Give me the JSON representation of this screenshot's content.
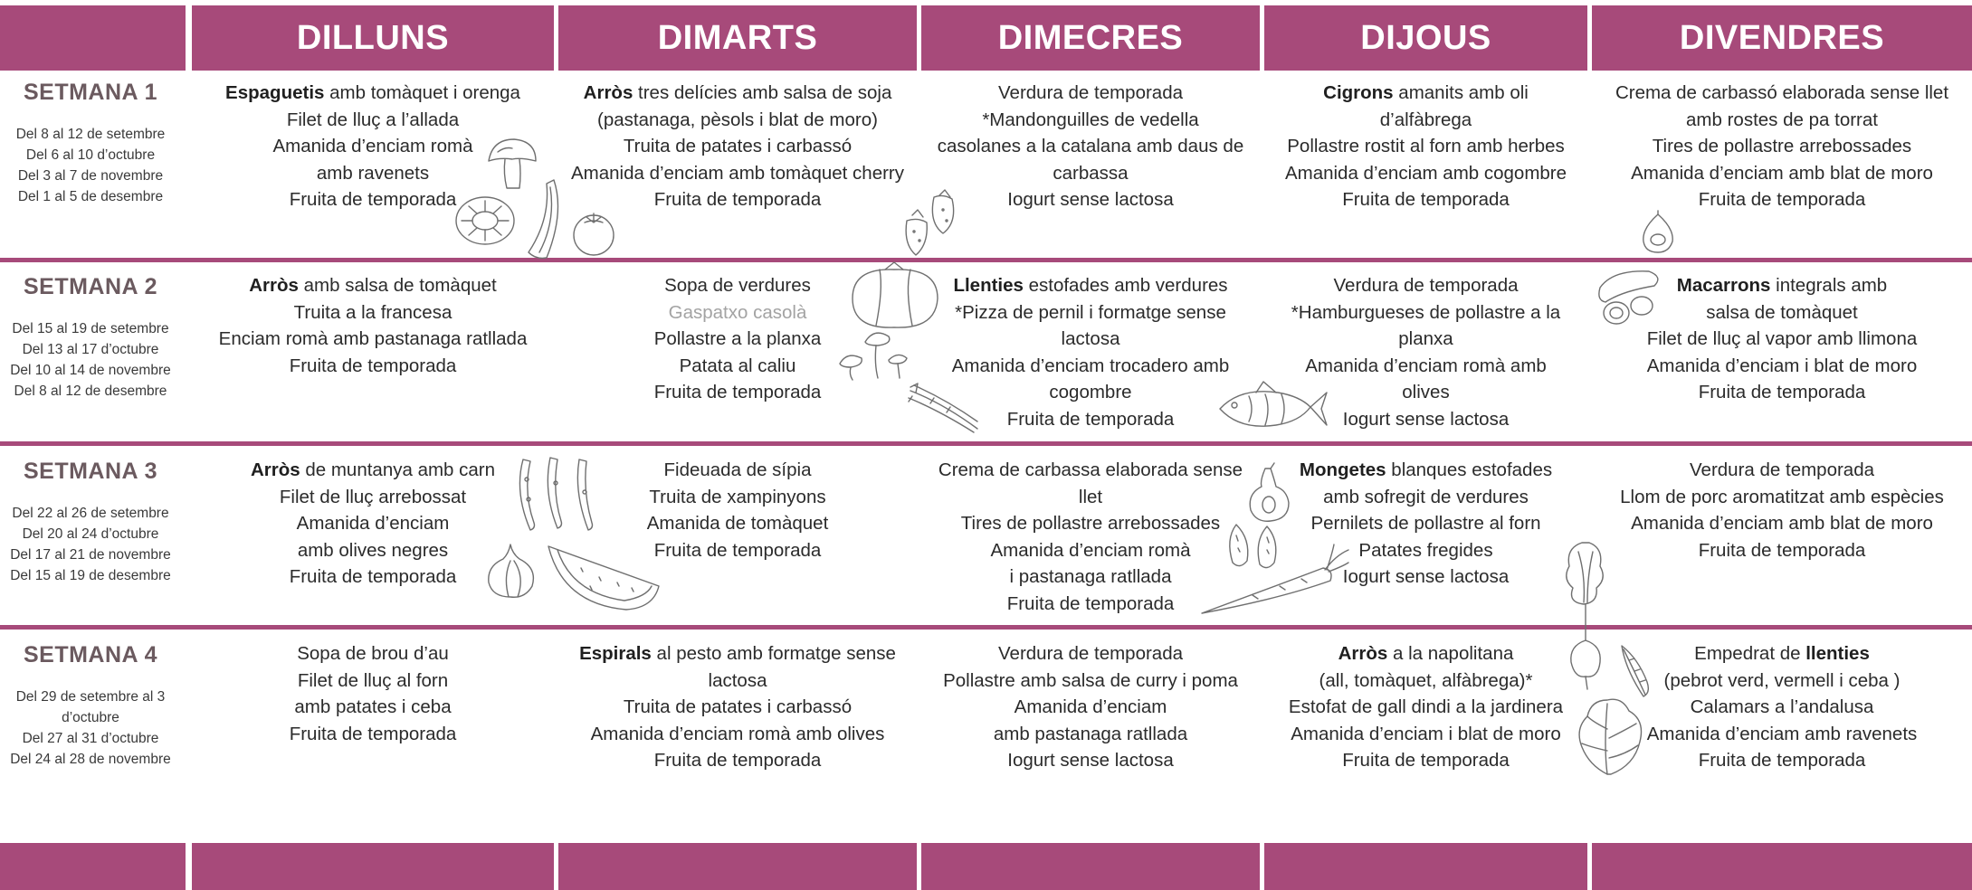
{
  "days": [
    "DILLUNS",
    "DIMARTS",
    "DIMECRES",
    "DIJOUS",
    "DIVENDRES"
  ],
  "weeks": [
    {
      "title": "SETMANA 1",
      "dates": [
        "Del 8 al 12 de setembre",
        "Del 6 al 10 d’octubre",
        "Del 3 al 7 de novembre",
        "Del 1 al 5 de desembre"
      ],
      "menus": [
        [
          {
            "bold": "Espaguetis",
            "rest": " amb tomàquet i orenga"
          },
          {
            "rest": "Filet de lluç a l’allada"
          },
          {
            "rest": "Amanida d’enciam romà"
          },
          {
            "rest": "amb ravenets"
          },
          {
            "rest": "Fruita de temporada"
          }
        ],
        [
          {
            "bold": "Arròs",
            "rest": " tres delícies amb salsa de soja"
          },
          {
            "rest": "(pastanaga, pèsols i blat de moro)"
          },
          {
            "rest": "Truita de patates i carbassó"
          },
          {
            "rest": "Amanida d’enciam amb tomàquet cherry"
          },
          {
            "rest": "Fruita de temporada"
          }
        ],
        [
          {
            "rest": "Verdura de temporada"
          },
          {
            "rest": "*Mandonguilles de vedella"
          },
          {
            "rest": "casolanes a la catalana amb daus de"
          },
          {
            "rest": "carbassa"
          },
          {
            "rest": "Iogurt sense lactosa"
          }
        ],
        [
          {
            "bold": "Cigrons",
            "rest": " amanits amb oli"
          },
          {
            "rest": "d’alfàbrega"
          },
          {
            "rest": "Pollastre rostit al forn amb herbes"
          },
          {
            "rest": "Amanida d’enciam amb cogombre"
          },
          {
            "rest": "Fruita de temporada"
          }
        ],
        [
          {
            "rest": "Crema de carbassó elaborada sense llet"
          },
          {
            "rest": "amb rostes de pa torrat"
          },
          {
            "rest": "Tires de pollastre arrebossades"
          },
          {
            "rest": "Amanida d’enciam amb blat de moro"
          },
          {
            "rest": "Fruita de temporada"
          }
        ]
      ]
    },
    {
      "title": "SETMANA  2",
      "dates": [
        "Del 15 al 19 de setembre",
        "Del 13 al 17 d’octubre",
        "Del 10 al 14 de novembre",
        "Del 8 al 12 de desembre"
      ],
      "menus": [
        [
          {
            "bold": "Arròs",
            "rest": " amb salsa de tomàquet"
          },
          {
            "rest": "Truita a la francesa"
          },
          {
            "rest": "Enciam romà amb pastanaga ratllada"
          },
          {
            "rest": "Fruita de temporada"
          }
        ],
        [
          {
            "rest": "Sopa de verdures"
          },
          {
            "muted": "Gaspatxo casolà"
          },
          {
            "rest": "Pollastre a la planxa"
          },
          {
            "rest": "Patata al caliu"
          },
          {
            "rest": "Fruita de temporada"
          }
        ],
        [
          {
            "bold": "Llenties",
            "rest": " estofades amb verdures"
          },
          {
            "rest": "*Pizza de pernil i formatge sense"
          },
          {
            "rest": "lactosa"
          },
          {
            "rest": "Amanida d’enciam trocadero amb"
          },
          {
            "rest": "cogombre"
          },
          {
            "rest": "Fruita de temporada"
          }
        ],
        [
          {
            "rest": "Verdura de temporada"
          },
          {
            "rest": "*Hamburgueses de pollastre a la"
          },
          {
            "rest": "planxa"
          },
          {
            "rest": "Amanida d’enciam romà amb"
          },
          {
            "rest": "olives"
          },
          {
            "rest": "Iogurt sense lactosa"
          }
        ],
        [
          {
            "bold": "Macarrons",
            "rest": " integrals amb"
          },
          {
            "rest": "salsa de tomàquet"
          },
          {
            "rest": "Filet de lluç al vapor amb llimona"
          },
          {
            "rest": "Amanida d’enciam i blat de moro"
          },
          {
            "rest": "Fruita de temporada"
          }
        ]
      ]
    },
    {
      "title": "SETMANA 3",
      "dates": [
        "Del 22 al 26 de setembre",
        "Del 20 al 24 d’octubre",
        "Del 17 al 21 de novembre",
        "Del 15 al 19 de desembre"
      ],
      "menus": [
        [
          {
            "bold": "Arròs",
            "rest": " de muntanya amb carn"
          },
          {
            "rest": "Filet de lluç arrebossat"
          },
          {
            "rest": "Amanida d’enciam"
          },
          {
            "rest": "amb olives negres"
          },
          {
            "rest": "Fruita de temporada"
          }
        ],
        [
          {
            "rest": "Fideuada de sípia"
          },
          {
            "rest": "Truita de xampinyons"
          },
          {
            "rest": "Amanida de tomàquet"
          },
          {
            "rest": "Fruita de temporada"
          }
        ],
        [
          {
            "rest": "Crema de carbassa elaborada sense"
          },
          {
            "rest": "llet"
          },
          {
            "rest": "Tires de pollastre arrebossades"
          },
          {
            "rest": "Amanida d’enciam romà"
          },
          {
            "rest": "i pastanaga ratllada"
          },
          {
            "rest": "Fruita de temporada"
          }
        ],
        [
          {
            "bold": "Mongetes",
            "rest": " blanques estofades"
          },
          {
            "rest": "amb sofregit de verdures"
          },
          {
            "rest": "Pernilets de pollastre al forn"
          },
          {
            "rest": "Patates fregides"
          },
          {
            "rest": "Iogurt sense lactosa"
          }
        ],
        [
          {
            "rest": "Verdura de temporada"
          },
          {
            "rest": "Llom de porc aromatitzat amb espècies"
          },
          {
            "rest": "Amanida d’enciam amb blat de moro"
          },
          {
            "rest": "Fruita de temporada"
          }
        ]
      ]
    },
    {
      "title": "SETMANA 4",
      "dates": [
        "Del 29 de setembre al 3",
        "d’octubre",
        "Del 27 al 31 d’octubre",
        "Del 24 al 28 de novembre"
      ],
      "menus": [
        [
          {
            "rest": "Sopa de brou d’au"
          },
          {
            "rest": "Filet de lluç al forn"
          },
          {
            "rest": "amb patates i ceba"
          },
          {
            "rest": "Fruita de temporada"
          }
        ],
        [
          {
            "bold": "Espirals",
            "rest": " al pesto amb formatge sense"
          },
          {
            "rest": "lactosa"
          },
          {
            "rest": "Truita de patates i carbassó"
          },
          {
            "rest": "Amanida d’enciam romà amb olives"
          },
          {
            "rest": "Fruita de temporada"
          }
        ],
        [
          {
            "rest": "Verdura de temporada"
          },
          {
            "rest": "Pollastre amb salsa de curry i poma"
          },
          {
            "rest": "Amanida d’enciam"
          },
          {
            "rest": "amb pastanaga ratllada"
          },
          {
            "rest": "Iogurt sense lactosa"
          }
        ],
        [
          {
            "bold": "Arròs",
            "rest": " a la napolitana"
          },
          {
            "rest": "(all, tomàquet, alfàbrega)*"
          },
          {
            "rest": "Estofat de gall dindi a la jardinera"
          },
          {
            "rest": "Amanida d’enciam i blat de moro"
          },
          {
            "rest": "Fruita de temporada"
          }
        ],
        [
          {
            "rest": "Empedrat de ",
            "bold": "llenties"
          },
          {
            "rest": "(pebrot verd, vermell i ceba )"
          },
          {
            "rest": "Calamars a l’andalusa"
          },
          {
            "rest": "Amanida d’enciam amb ravenets"
          },
          {
            "rest": "Fruita de temporada"
          }
        ]
      ]
    }
  ],
  "colors": {
    "accent": "#a74a7a",
    "header_text": "#ffffff",
    "week_title": "#6b5a5f"
  },
  "icons": [
    "mushroom-icon",
    "kiwi-icon",
    "banana-icon",
    "tomato-icon",
    "strawberry-icon",
    "fig-icon",
    "big-tomato-icon",
    "mushrooms-icon",
    "asparagus-icon",
    "fish-icon",
    "cucumber-icon",
    "beans-icon",
    "garlic-icon",
    "watermelon-icon",
    "pear-icon",
    "almond-icon",
    "carrot-icon",
    "beet-icon",
    "herb-leaf-icon",
    "lettuce-icon"
  ]
}
